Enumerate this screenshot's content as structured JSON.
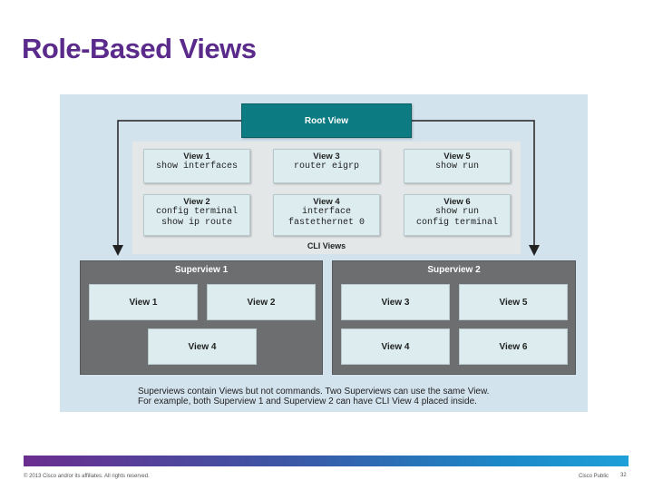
{
  "slide": {
    "title": "Role-Based Views"
  },
  "diagram": {
    "root_view": "Root View",
    "cli_views_caption": "CLI Views",
    "cli_views": [
      {
        "name": "View 1",
        "commands": [
          "show interfaces"
        ]
      },
      {
        "name": "View 3",
        "commands": [
          "router eigrp"
        ]
      },
      {
        "name": "View 5",
        "commands": [
          "show run"
        ]
      },
      {
        "name": "View 2",
        "commands": [
          "config terminal",
          "show ip route"
        ]
      },
      {
        "name": "View 4",
        "commands": [
          "interface",
          "fastethernet 0"
        ]
      },
      {
        "name": "View 6",
        "commands": [
          "show run",
          "config terminal"
        ]
      }
    ],
    "superview1": {
      "title": "Superview 1",
      "views": [
        "View 1",
        "View 2",
        "View 4"
      ]
    },
    "superview2": {
      "title": "Superview 2",
      "views": [
        "View 3",
        "View 5",
        "View 4",
        "View 6"
      ]
    },
    "caption_line1": "Superviews contain Views but not commands. Two Superviews can use the same View.",
    "caption_line2": "For example, both Superview 1 and Superview 2 can have CLI View 4 placed inside."
  },
  "footer": {
    "copyright": "© 2013 Cisco and/or its affiliates. All rights reserved.",
    "classification": "Cisco Public",
    "page_number": "32"
  },
  "colors": {
    "title": "#5b2b8c",
    "root_view": "#0d7c82",
    "superview": "#6d6e70",
    "view_card": "#dcecef",
    "figure_background": "#d3e3ee"
  }
}
